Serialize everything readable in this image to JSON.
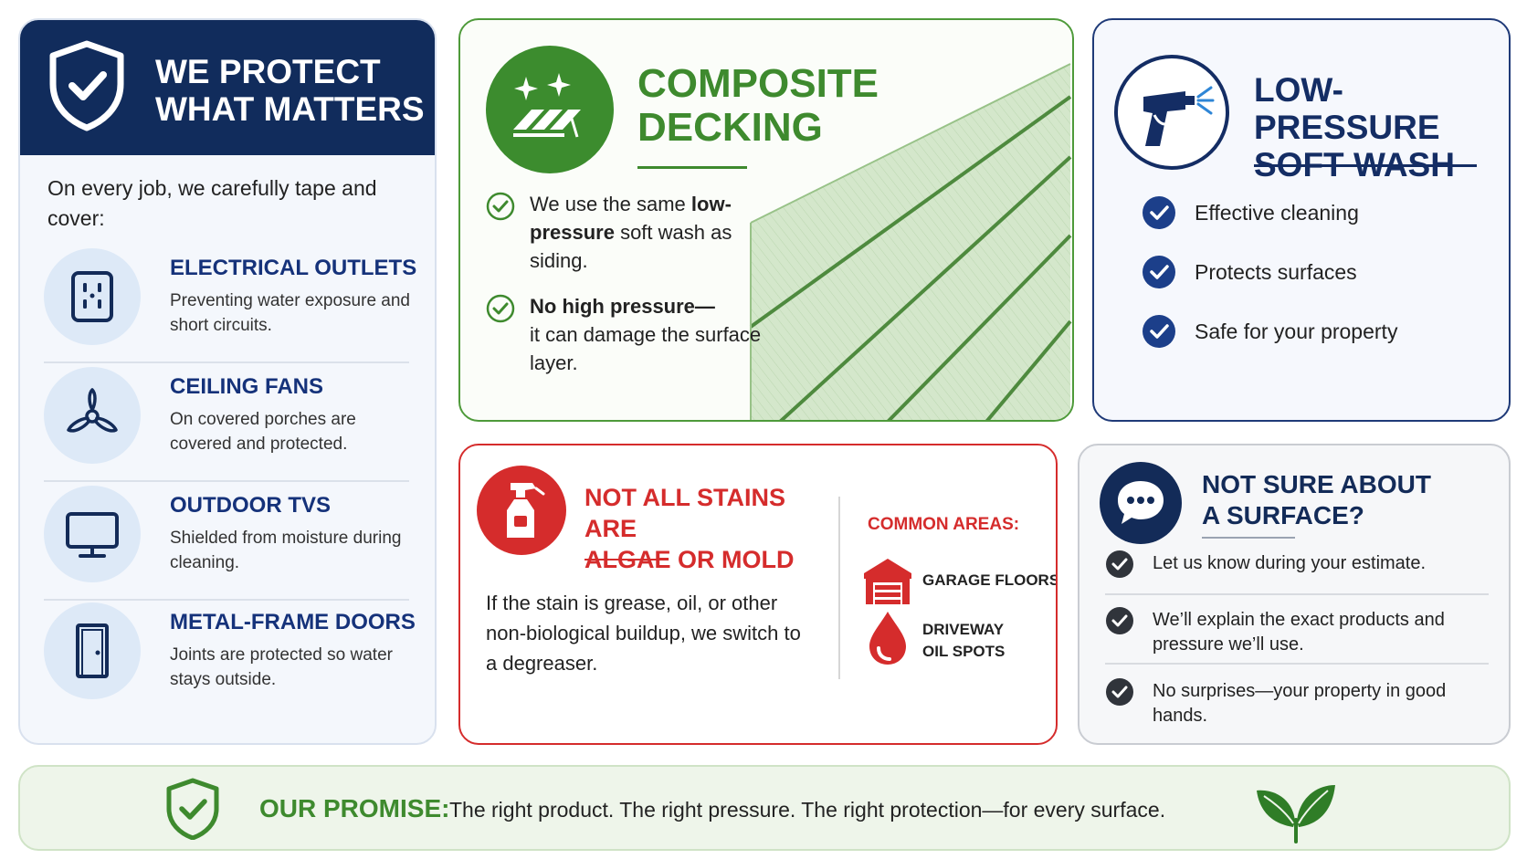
{
  "colors": {
    "navy": "#112c5c",
    "green": "#3e8a2e",
    "red": "#d52c2c",
    "light_blue": "#dde9f7"
  },
  "protect": {
    "title_line1": "WE PROTECT",
    "title_line2": "WHAT MATTERS",
    "intro": "On every job, we carefully tape and cover:",
    "items": [
      {
        "name": "ELECTRICAL OUTLETS",
        "desc": "Preventing water exposure and short circuits.",
        "icon": "outlet-icon"
      },
      {
        "name": "CEILING FANS",
        "desc": "On covered porches are covered and protected.",
        "icon": "fan-icon"
      },
      {
        "name": "OUTDOOR TVS",
        "desc": "Shielded from moisture during cleaning.",
        "icon": "tv-icon"
      },
      {
        "name": "METAL-FRAME DOORS",
        "desc": "Joints are protected so water stays outside.",
        "icon": "door-icon"
      }
    ]
  },
  "decking": {
    "title_line1": "COMPOSITE",
    "title_line2": "DECKING",
    "point1_pre": "We use the same ",
    "point1_bold": "low-pressure",
    "point1_post": " soft wash as siding.",
    "point2_bold": "No high pressure—",
    "point2_post": "it can damage the surface layer."
  },
  "softwash": {
    "title_line1": "LOW-PRESSURE",
    "title_line2": "SOFT WASH",
    "items": [
      "Effective cleaning",
      "Protects surfaces",
      "Safe for your property"
    ]
  },
  "stains": {
    "title_line1": "NOT ALL STAINS ARE",
    "title_line2": "ALGAE OR MOLD",
    "body": "If the stain is grease, oil, or other non-biological buildup, we switch to a degreaser.",
    "areas_heading": "COMMON AREAS:",
    "area1": "GARAGE FLOORS",
    "area2_line1": "DRIVEWAY",
    "area2_line2": "OIL SPOTS"
  },
  "notsure": {
    "title_line1": "NOT SURE ABOUT",
    "title_line2": "A SURFACE?",
    "items": [
      "Let us know during your estimate.",
      "We’ll explain the exact products and pressure we’ll use.",
      "No surprises—your property in good hands."
    ]
  },
  "promise": {
    "label": "OUR PROMISE:",
    "text": "The right product. The right pressure. The right protection—for every surface."
  }
}
